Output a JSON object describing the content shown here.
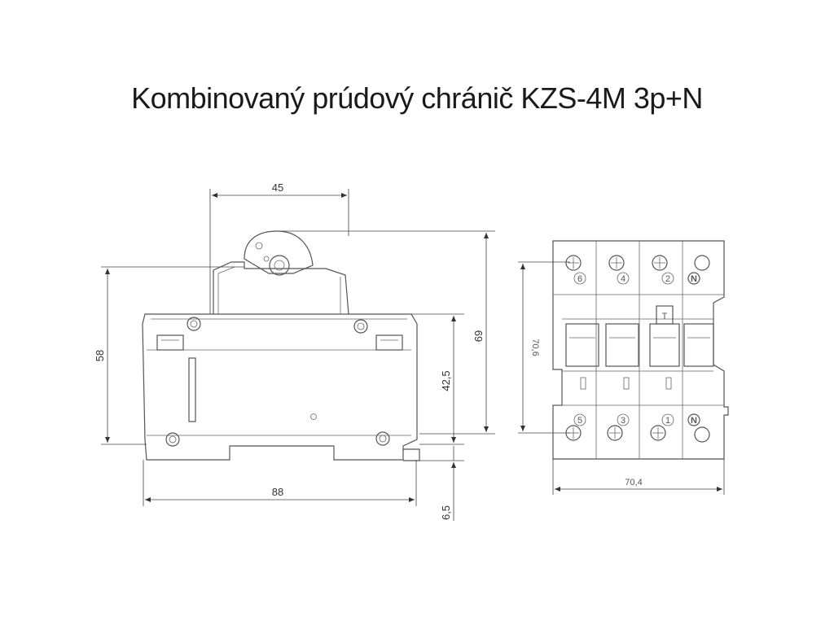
{
  "title": "Kombinovaný prúdový chránič KZS-4M 3p+N",
  "side_view": {
    "dim_top_width": "45",
    "dim_left_height": "58",
    "dim_mid_height": "42,5",
    "dim_right_height": "69",
    "dim_bottom_width": "88",
    "dim_bottom_offset": "6,5"
  },
  "front_view": {
    "dim_height": "70,6",
    "dim_width": "70,4",
    "top_terminals": [
      "6",
      "4",
      "2",
      "N"
    ],
    "bottom_terminals": [
      "5",
      "3",
      "1",
      "N"
    ],
    "test_button": "T"
  }
}
